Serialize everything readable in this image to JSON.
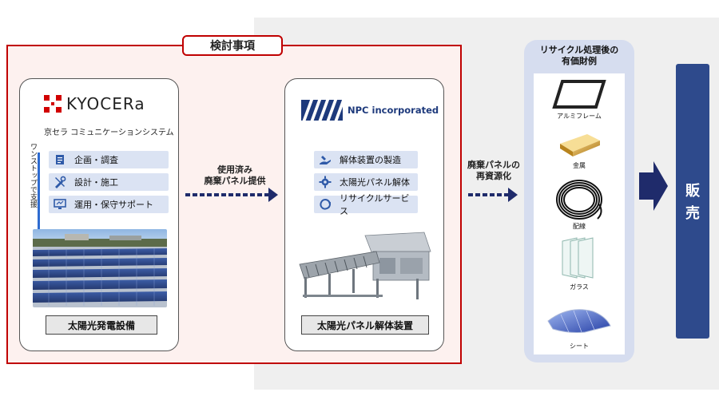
{
  "header_tag": "検討事項",
  "kyocera": {
    "logo_text": "KYOCERa",
    "company_subtitle": "京セラ コミュニケーションシステム",
    "vertical_note": "ワンストップで支援",
    "items": [
      {
        "label": "企画・調査",
        "icon": "clipboard-icon"
      },
      {
        "label": "設計・施工",
        "icon": "tools-icon"
      },
      {
        "label": "運用・保守サポート",
        "icon": "monitor-icon"
      }
    ],
    "photo_label": "太陽光発電設備"
  },
  "flow1": {
    "line1": "使用済み",
    "line2": "廃棄パネル提供"
  },
  "npc": {
    "logo_text": "NPC incorporated",
    "items": [
      {
        "label": "解体装置の製造",
        "icon": "factory-hand-icon"
      },
      {
        "label": "太陽光パネル解体",
        "icon": "gear-icon"
      },
      {
        "label": "リサイクルサービス",
        "icon": "recycle-icon"
      }
    ],
    "photo_label": "太陽光パネル解体装置"
  },
  "flow2": {
    "line1": "廃棄パネルの",
    "line2": "再資源化"
  },
  "materials_panel": {
    "title_line1": "リサイクル処理後の",
    "title_line2": "有価財例",
    "materials": [
      {
        "label": "アルミフレーム",
        "icon": "aluminum-frame-icon"
      },
      {
        "label": "金属",
        "icon": "gold-bar-icon"
      },
      {
        "label": "配線",
        "icon": "cable-coil-icon"
      },
      {
        "label": "ガラス",
        "icon": "glass-panes-icon"
      },
      {
        "label": "シート",
        "icon": "solar-sheet-icon"
      }
    ]
  },
  "sales": {
    "char1": "販",
    "char2": "売"
  },
  "colors": {
    "red_border": "#c00000",
    "navy": "#1f2b6b",
    "sales_blue": "#2e4a8c",
    "panel_lavender": "#d6ddef"
  }
}
